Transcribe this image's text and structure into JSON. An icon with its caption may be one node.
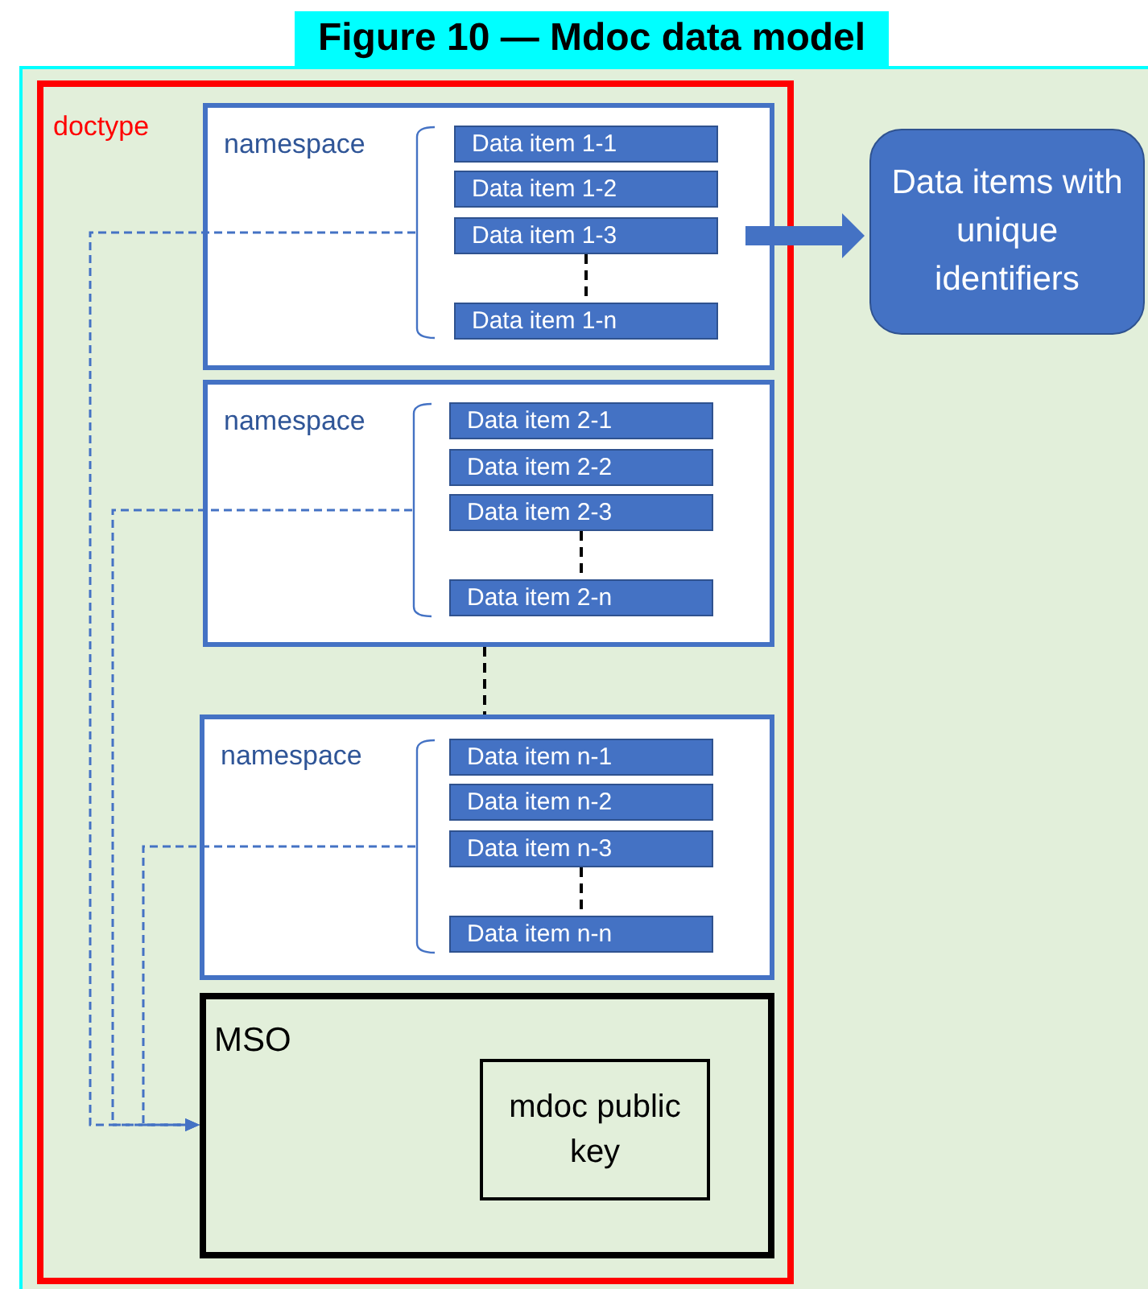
{
  "diagram": {
    "title": "Figure 10 — Mdoc data model",
    "nodes": [
      {
        "text": [
          "doctype"
        ]
      },
      {
        "text": [
          "namespace"
        ],
        "in": 0
      },
      {
        "text": [],
        "shape": "brace",
        "in": 1
      },
      {
        "text": [
          "Data item 1-1"
        ],
        "in": 1
      },
      {
        "text": [
          "Data item 1-2"
        ],
        "in": 1
      },
      {
        "text": [
          "Data item 1-3"
        ],
        "in": 1
      },
      {
        "text": [
          "Data item 1-n"
        ],
        "in": 1
      },
      {
        "text": [
          "namespace"
        ],
        "in": 0
      },
      {
        "text": [],
        "shape": "brace",
        "in": 7
      },
      {
        "text": [
          "Data item 2-1"
        ],
        "in": 7
      },
      {
        "text": [
          "Data item 2-2"
        ],
        "in": 7
      },
      {
        "text": [
          "Data item 2-3"
        ],
        "in": 7
      },
      {
        "text": [
          "Data item 2-n"
        ],
        "in": 7
      },
      {
        "text": [
          "namespace"
        ],
        "in": 0
      },
      {
        "text": [],
        "shape": "brace",
        "in": 13
      },
      {
        "text": [
          "Data item n-1"
        ],
        "in": 13
      },
      {
        "text": [
          "Data item n-2"
        ],
        "in": 13
      },
      {
        "text": [
          "Data item n-3"
        ],
        "in": 13
      },
      {
        "text": [
          "Data item n-n"
        ],
        "in": 13
      },
      {
        "text": [
          "MSO"
        ],
        "in": 0
      },
      {
        "text": [
          "mdoc public key"
        ],
        "in": 19
      },
      {
        "text": [
          "Data items with unique identifiers"
        ]
      }
    ],
    "edges": [
      {
        "from": 5,
        "to": 6,
        "arrow": "none",
        "style": "dashed"
      },
      {
        "from": 11,
        "to": 12,
        "arrow": "none",
        "style": "dashed"
      },
      {
        "from": 17,
        "to": 18,
        "arrow": "none",
        "style": "dashed"
      },
      {
        "from": 7,
        "to": 13,
        "arrow": "none",
        "style": "dashed"
      },
      {
        "from": 5,
        "to": 21,
        "arrow": "to",
        "style": "thick",
        "color": "#4472c4"
      },
      {
        "from": 2,
        "to": 19,
        "arrow": "to",
        "style": "dashed",
        "color": "#4472c4"
      },
      {
        "from": 8,
        "to": 19,
        "arrow": "to",
        "style": "dashed",
        "color": "#4472c4"
      },
      {
        "from": 14,
        "to": 19,
        "arrow": "to",
        "style": "dashed",
        "color": "#4472c4"
      }
    ]
  }
}
